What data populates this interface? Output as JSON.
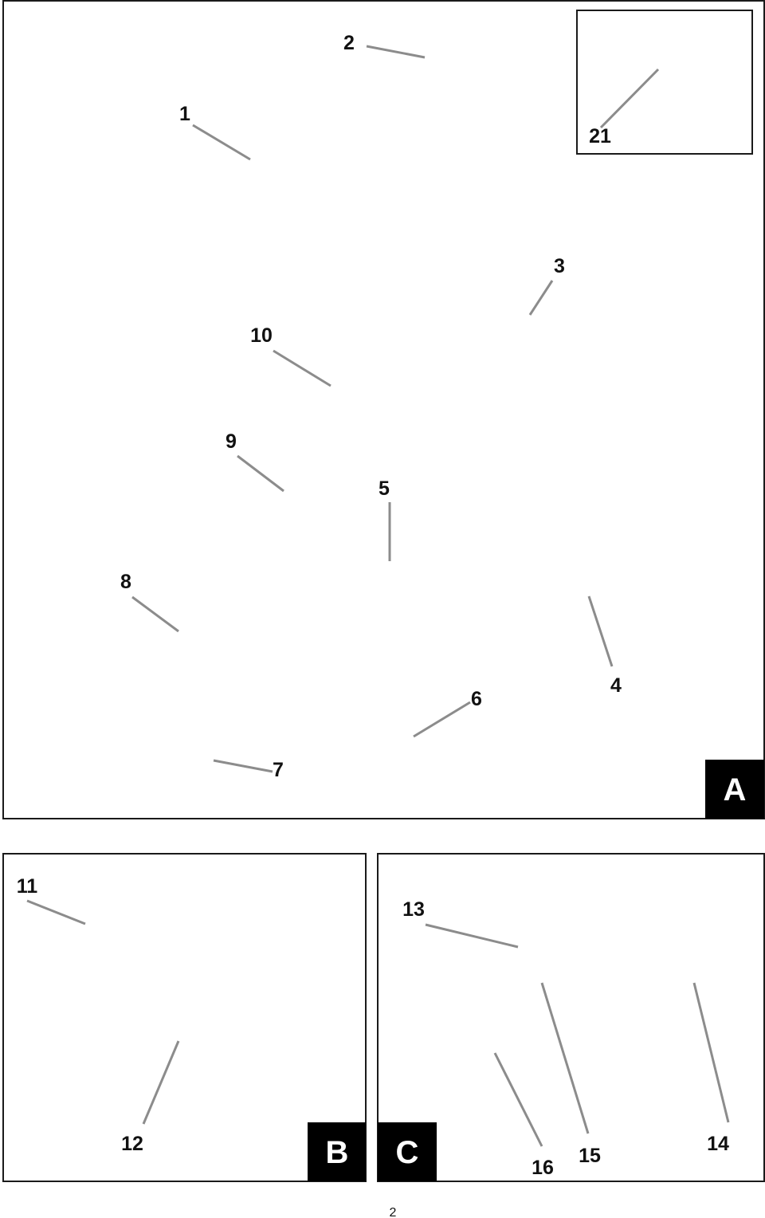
{
  "panels": [
    {
      "tag": "A",
      "callouts": [
        "1",
        "2",
        "3",
        "4",
        "5",
        "6",
        "7",
        "8",
        "9",
        "10"
      ],
      "inset": {
        "callouts": [
          "21"
        ]
      }
    },
    {
      "tag": "B",
      "callouts": [
        "11",
        "12"
      ]
    },
    {
      "tag": "C",
      "callouts": [
        "13",
        "14",
        "15",
        "16"
      ]
    }
  ],
  "page_number": "2"
}
